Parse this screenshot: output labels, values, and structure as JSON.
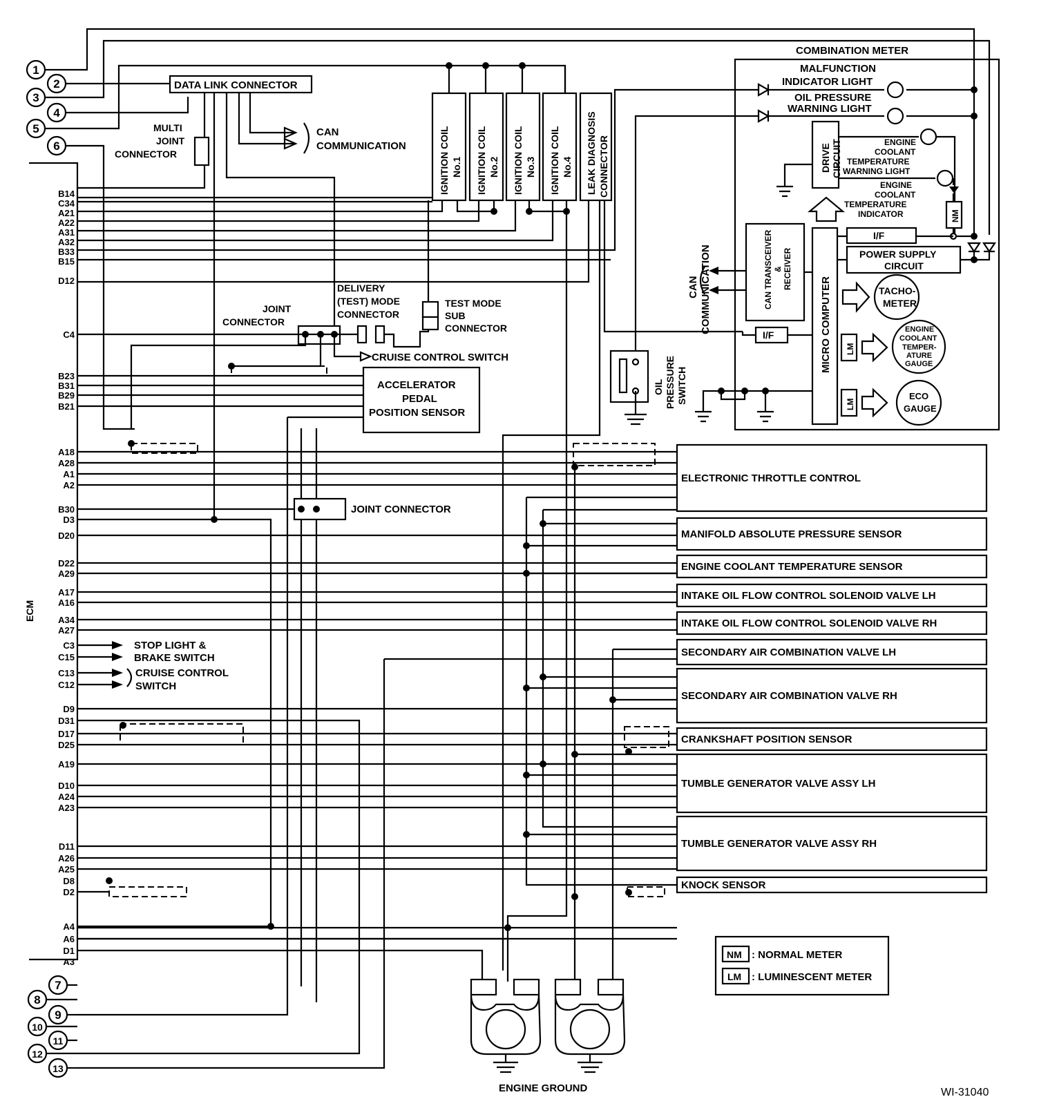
{
  "diagram_id": "WI-31040",
  "ecm_label": "ECM",
  "engine_ground": "ENGINE GROUND",
  "ecm_pins_left": [
    "B14",
    "C34",
    "A21",
    "A22",
    "A31",
    "A32",
    "B33",
    "B15",
    "D12",
    "C4",
    "B23",
    "B31",
    "B29",
    "B21",
    "A18",
    "A28",
    "A1",
    "A2",
    "B30",
    "D3",
    "D20",
    "D22",
    "A29",
    "A17",
    "A16",
    "A34",
    "A27",
    "C3",
    "C15",
    "C13",
    "C12",
    "D9",
    "D31",
    "D17",
    "D25",
    "A19",
    "D10",
    "A24",
    "A23",
    "D11",
    "A26",
    "A25",
    "D8",
    "D2",
    "A4",
    "A6",
    "D1",
    "A3"
  ],
  "connector_numbers": [
    "1",
    "2",
    "3",
    "4",
    "5",
    "6",
    "7",
    "8",
    "9",
    "10",
    "11",
    "12",
    "13"
  ],
  "labels": {
    "data_link_connector": "DATA LINK CONNECTOR",
    "multi_joint_1": "MULTI",
    "multi_joint_2": "JOINT",
    "multi_joint_3": "CONNECTOR",
    "can_comm_1": "CAN",
    "can_comm_2": "COMMUNICATION",
    "ign_coil_1": [
      "IGNITION COIL",
      "No.1"
    ],
    "ign_coil_2": [
      "IGNITION COIL",
      "No.2"
    ],
    "ign_coil_3": [
      "IGNITION COIL",
      "No.3"
    ],
    "ign_coil_4": [
      "IGNITION COIL",
      "No.4"
    ],
    "leak_diag": [
      "LEAK DIAGNOSIS",
      "CONNECTOR"
    ],
    "delivery_1": "DELIVERY",
    "delivery_2": "(TEST) MODE",
    "delivery_3": "CONNECTOR",
    "joint_connector_a_1": "JOINT",
    "joint_connector_a_2": "CONNECTOR",
    "test_mode_1": "TEST MODE",
    "test_mode_2": "SUB",
    "test_mode_3": "CONNECTOR",
    "cruise_switch": "CRUISE CONTROL SWITCH",
    "apps_1": "ACCELERATOR",
    "apps_2": "PEDAL",
    "apps_3": "POSITION SENSOR",
    "joint_connector_b": "JOINT CONNECTOR",
    "stop_light_1": "STOP LIGHT &",
    "stop_light_2": "BRAKE SWITCH",
    "cruise_ctrl_1": "CRUISE CONTROL",
    "cruise_ctrl_2": "SWITCH",
    "oil_pressure_switch": [
      "OIL",
      "PRESSURE",
      "SWITCH"
    ]
  },
  "combination_meter": {
    "title": "COMBINATION METER",
    "malfunction_1": "MALFUNCTION",
    "malfunction_2": "INDICATOR LIGHT",
    "oil_warn_1": "OIL PRESSURE",
    "oil_warn_2": "WARNING LIGHT",
    "drive_circuit": [
      "DRIVE",
      "CIRCUIT"
    ],
    "ect_warn": [
      "ENGINE",
      "COOLANT",
      "TEMPERATURE",
      "WARNING LIGHT"
    ],
    "ect_ind": [
      "ENGINE",
      "COOLANT",
      "TEMPERATURE",
      "INDICATOR"
    ],
    "nm": "NM",
    "if_label": "I/F",
    "power_supply_1": "POWER SUPPLY",
    "power_supply_2": "CIRCUIT",
    "can_transceiver": [
      "CAN TRANSCEIVER",
      "&",
      "RECEIVER"
    ],
    "micro_computer": "MICRO COMPUTER",
    "can_comm": [
      "CAN",
      "COMMUNICATION"
    ],
    "tacho": [
      "TACHO-",
      "METER"
    ],
    "lm": "LM",
    "ect_gauge": [
      "ENGINE",
      "COOLANT",
      "TEMPER-",
      "ATURE",
      "GAUGE"
    ],
    "eco": [
      "ECO",
      "GAUGE"
    ]
  },
  "components_right": [
    "ELECTRONIC THROTTLE CONTROL",
    "MANIFOLD ABSOLUTE PRESSURE SENSOR",
    "ENGINE COOLANT TEMPERATURE SENSOR",
    "INTAKE OIL FLOW CONTROL SOLENOID VALVE LH",
    "INTAKE OIL FLOW CONTROL SOLENOID VALVE RH",
    "SECONDARY AIR COMBINATION VALVE LH",
    "SECONDARY AIR COMBINATION VALVE RH",
    "CRANKSHAFT POSITION SENSOR",
    "TUMBLE GENERATOR VALVE ASSY LH",
    "TUMBLE GENERATOR VALVE ASSY RH",
    "KNOCK SENSOR"
  ],
  "legend": [
    {
      "code": "NM",
      "text": ": NORMAL METER"
    },
    {
      "code": "LM",
      "text": ": LUMINESCENT METER"
    }
  ]
}
